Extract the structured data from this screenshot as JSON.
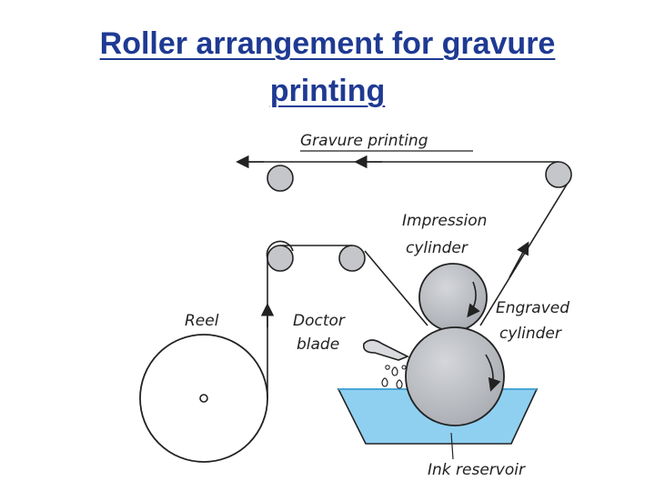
{
  "title": "Roller arrangement for gravure printing",
  "diagram": {
    "labels": {
      "gravure_printing": "Gravure printing",
      "impression_line1": "Impression",
      "impression_line2": "cylinder",
      "engraved_line1": "Engraved",
      "engraved_line2": "cylinder",
      "reel": "Reel",
      "doctor_line1": "Doctor",
      "doctor_line2": "blade",
      "ink_reservoir": "Ink reservoir"
    },
    "colors": {
      "title": "#1f3a93",
      "ink": "#8fd0f0",
      "cylinder": "#b9bcc2",
      "line": "#222222"
    }
  }
}
